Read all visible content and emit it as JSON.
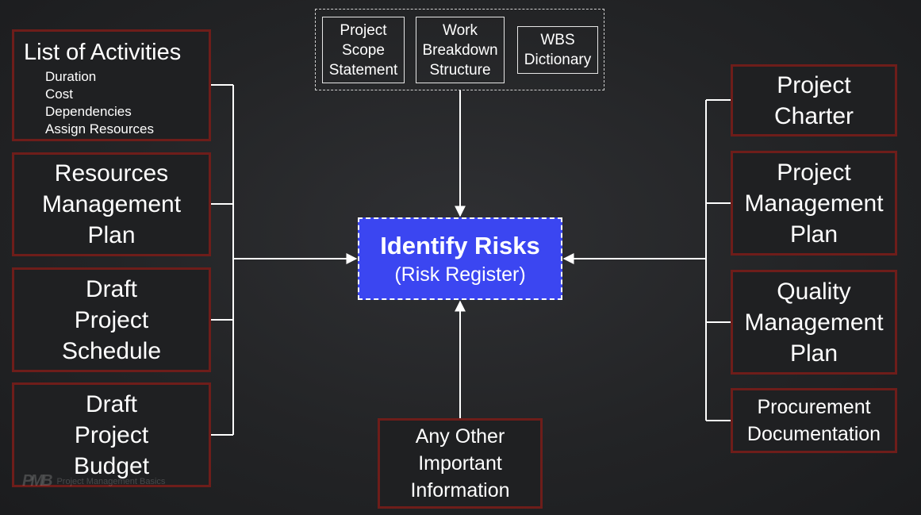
{
  "center": {
    "title": "Identify Risks",
    "subtitle": "(Risk Register)"
  },
  "top_inputs": [
    "Project\nScope\nStatement",
    "Work\nBreakdown\nStructure",
    "WBS\nDictionary"
  ],
  "left_inputs": {
    "activities": {
      "title": "List of Activities",
      "items": [
        "Duration",
        "Cost",
        "Dependencies",
        "Assign Resources"
      ]
    },
    "resources": "Resources\nManagement\nPlan",
    "schedule": "Draft\nProject\nSchedule",
    "budget": "Draft\nProject\nBudget"
  },
  "right_inputs": {
    "charter": "Project\nCharter",
    "pmp": "Project\nManagement\nPlan",
    "qmp": "Quality\nManagement\nPlan",
    "procurement": "Procurement\nDocumentation"
  },
  "bottom_input": "Any Other\nImportant\nInformation",
  "watermark": {
    "logo": "PMB",
    "text": "Project Management Basics"
  },
  "colors": {
    "center_fill": "#3b46f1",
    "box_border": "#6e1d1a",
    "connector": "#ffffff"
  }
}
